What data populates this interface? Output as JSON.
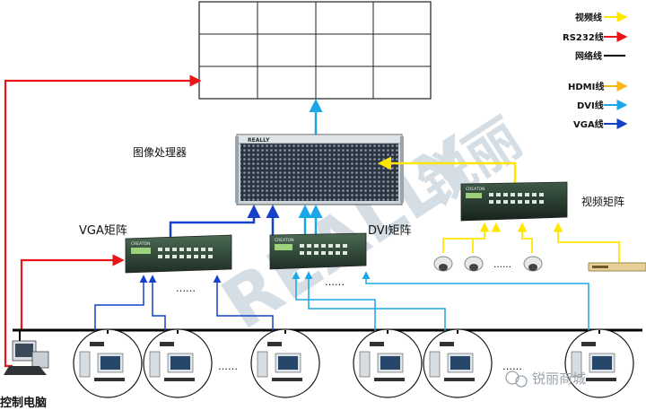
{
  "labels": {
    "processor": "图像处理器",
    "vga_matrix": "VGA矩阵",
    "dvi_matrix": "DVI矩阵",
    "video_matrix": "视频矩阵",
    "control_pc": "控制电脑",
    "dots": "……",
    "dots_short": "……"
  },
  "legend": [
    {
      "label": "视频线",
      "color": "#ffe600"
    },
    {
      "label": "RS232线",
      "color": "#e8151b"
    },
    {
      "label": "网络线",
      "color": "#000000"
    },
    {
      "label": "HDMI线",
      "color": "#f5b814"
    },
    {
      "label": "DVI线",
      "color": "#1aa7e8"
    },
    {
      "label": "VGA线",
      "color": "#1540c8"
    }
  ],
  "device_text": {
    "processor_badge": "REALLY",
    "matrix_brand": "CREATON"
  },
  "watermark": {
    "brand_latin": "REALLY",
    "brand_cn": "锐丽"
  },
  "signature": "锐丽商城",
  "colors": {
    "video": "#ffe600",
    "rs232": "#e8151b",
    "network": "#000000",
    "hdmi": "#f5b814",
    "dvi": "#1aa7e8",
    "vga": "#1540c8"
  }
}
